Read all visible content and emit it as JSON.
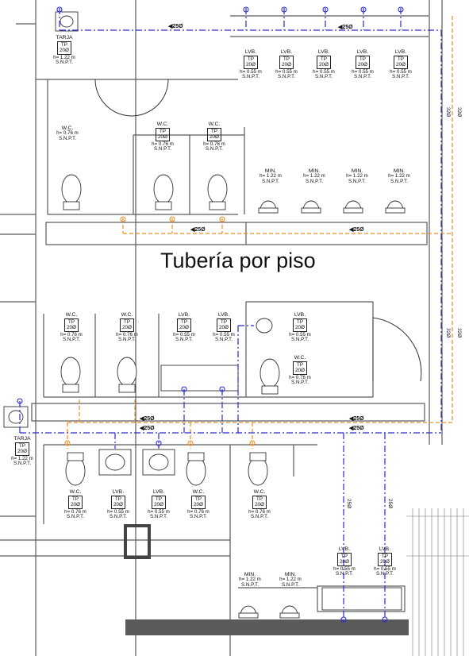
{
  "title": "Tubería por piso",
  "fixtures": [
    {
      "id": "tarja-top",
      "name": "TARJA",
      "code": "TP",
      "size": "20Ø",
      "height": "h= 1.22 m",
      "spec": "S.N.P.T."
    },
    {
      "id": "lvb-top-1",
      "name": "LVB.",
      "code": "TP",
      "size": "20Ø",
      "height": "h= 0.55 m",
      "spec": "S.N.P.T."
    },
    {
      "id": "lvb-top-2",
      "name": "LVB.",
      "code": "TP",
      "size": "20Ø",
      "height": "h= 0.55 m",
      "spec": "S.N.P.T."
    },
    {
      "id": "lvb-top-3",
      "name": "LVB.",
      "code": "TP",
      "size": "20Ø",
      "height": "h= 0.55 m",
      "spec": "S.N.P.T."
    },
    {
      "id": "lvb-top-4",
      "name": "LVB.",
      "code": "TP",
      "size": "20Ø",
      "height": "h= 0.55 m",
      "spec": "S.N.P.T."
    },
    {
      "id": "lvb-top-5",
      "name": "LVB.",
      "code": "TP",
      "size": "20Ø",
      "height": "h= 0.55 m",
      "spec": "S.N.P.T."
    },
    {
      "id": "wc-top-1",
      "name": "W.C.",
      "code": "",
      "size": "",
      "height": "h= 0.76 m",
      "spec": "S.N.P.T."
    },
    {
      "id": "wc-top-2",
      "name": "W.C.",
      "code": "TP",
      "size": "20Ø",
      "height": "h= 0.76 m",
      "spec": "S.N.P.T."
    },
    {
      "id": "wc-top-3",
      "name": "W.C.",
      "code": "TP",
      "size": "20Ø",
      "height": "h= 0.76 m",
      "spec": "S.N.P.T."
    },
    {
      "id": "min-top-1",
      "name": "MIN.",
      "code": "",
      "size": "",
      "height": "h= 1.22 m",
      "spec": "S.N.P.T."
    },
    {
      "id": "min-top-2",
      "name": "MIN.",
      "code": "",
      "size": "",
      "height": "h= 1.22 m",
      "spec": "S.N.P.T."
    },
    {
      "id": "min-top-3",
      "name": "MIN.",
      "code": "",
      "size": "",
      "height": "h= 1.22 m",
      "spec": "S.N.P.T."
    },
    {
      "id": "min-top-4",
      "name": "MIN.",
      "code": "",
      "size": "",
      "height": "h= 1.22 m",
      "spec": "S.N.P.T."
    },
    {
      "id": "wc-mid-1",
      "name": "W.C.",
      "code": "TP",
      "size": "20Ø",
      "height": "h= 0.76 m",
      "spec": "S.N.P.T."
    },
    {
      "id": "wc-mid-2",
      "name": "W.C.",
      "code": "TP",
      "size": "20Ø",
      "height": "h= 0.76 m",
      "spec": "S.N.P.T."
    },
    {
      "id": "lvb-mid-1",
      "name": "LVB.",
      "code": "TP",
      "size": "20Ø",
      "height": "h= 0.55 m",
      "spec": "S.N.P.T."
    },
    {
      "id": "lvb-mid-2",
      "name": "LVB.",
      "code": "TP",
      "size": "20Ø",
      "height": "h= 0.55 m",
      "spec": "S.N.P.T."
    },
    {
      "id": "lvb-mid-3",
      "name": "LVB.",
      "code": "TP",
      "size": "20Ø",
      "height": "h= 0.55 m",
      "spec": "S.N.P.T."
    },
    {
      "id": "wc-mid-3",
      "name": "W.C.",
      "code": "TP",
      "size": "20Ø",
      "height": "h= 0.76 m",
      "spec": "S.N.P.T."
    },
    {
      "id": "tarja-low",
      "name": "TARJA",
      "code": "TP",
      "size": "20Ø",
      "height": "h= 1.22 m",
      "spec": "S.N.P.T."
    },
    {
      "id": "wc-low-1",
      "name": "W.C.",
      "code": "TP",
      "size": "20Ø",
      "height": "h= 0.76 m",
      "spec": "S.N.P.T."
    },
    {
      "id": "lvb-low-1",
      "name": "LVB.",
      "code": "TP",
      "size": "20Ø",
      "height": "h= 0.55 m",
      "spec": "S.N.P.T."
    },
    {
      "id": "lvb-low-2",
      "name": "LVB.",
      "code": "TP",
      "size": "20Ø",
      "height": "h= 0.55 m",
      "spec": "S.N.P.T."
    },
    {
      "id": "wc-low-2",
      "name": "W.C.",
      "code": "TP",
      "size": "20Ø",
      "height": "h= 0.76 m",
      "spec": "S.N.P.T."
    },
    {
      "id": "wc-low-3",
      "name": "W.C.",
      "code": "TP",
      "size": "20Ø",
      "height": "h= 0.76 m",
      "spec": "S.N.P.T."
    },
    {
      "id": "lvb-bot-1",
      "name": "LVB.",
      "code": "TP",
      "size": "20Ø",
      "height": "h= 0.55 m",
      "spec": "S.N.P.T."
    },
    {
      "id": "lvb-bot-2",
      "name": "LVB.",
      "code": "TP",
      "size": "20Ø",
      "height": "h= 0.55 m",
      "spec": "S.N.P.T."
    },
    {
      "id": "min-bot-1",
      "name": "MIN.",
      "code": "",
      "size": "",
      "height": "h= 1.22 m",
      "spec": "S.N.P.T."
    },
    {
      "id": "min-bot-2",
      "name": "MIN.",
      "code": "",
      "size": "",
      "height": "h= 1.22 m",
      "spec": "S.N.P.T."
    }
  ],
  "pipe_labels": [
    {
      "id": "pl-top-1",
      "text": "◀25Ø"
    },
    {
      "id": "pl-top-2",
      "text": "◀25Ø"
    },
    {
      "id": "pl-row2-1",
      "text": "◀25Ø"
    },
    {
      "id": "pl-row2-2",
      "text": "◀25Ø"
    },
    {
      "id": "pl-mid-1",
      "text": "◀25Ø"
    },
    {
      "id": "pl-mid-2",
      "text": "◀25Ø"
    },
    {
      "id": "pl-mid-3",
      "text": "◀25Ø"
    },
    {
      "id": "pl-mid-4",
      "text": "◀25Ø"
    }
  ],
  "vertical_labels": [
    {
      "id": "vl-right-1",
      "text": "32Ø"
    },
    {
      "id": "vl-right-2",
      "text": "32Ø"
    },
    {
      "id": "vl-right-3",
      "text": "32Ø"
    },
    {
      "id": "vl-right-4",
      "text": "32Ø"
    },
    {
      "id": "vl-drop-1",
      "text": "25Ø"
    },
    {
      "id": "vl-drop-2",
      "text": "25Ø"
    }
  ],
  "colors": {
    "hot_water": "#f08c1e",
    "cold_water": "#2a2ad8",
    "walls": "#555555",
    "fixtures": "#333333",
    "slab": "#5a5a5a"
  }
}
